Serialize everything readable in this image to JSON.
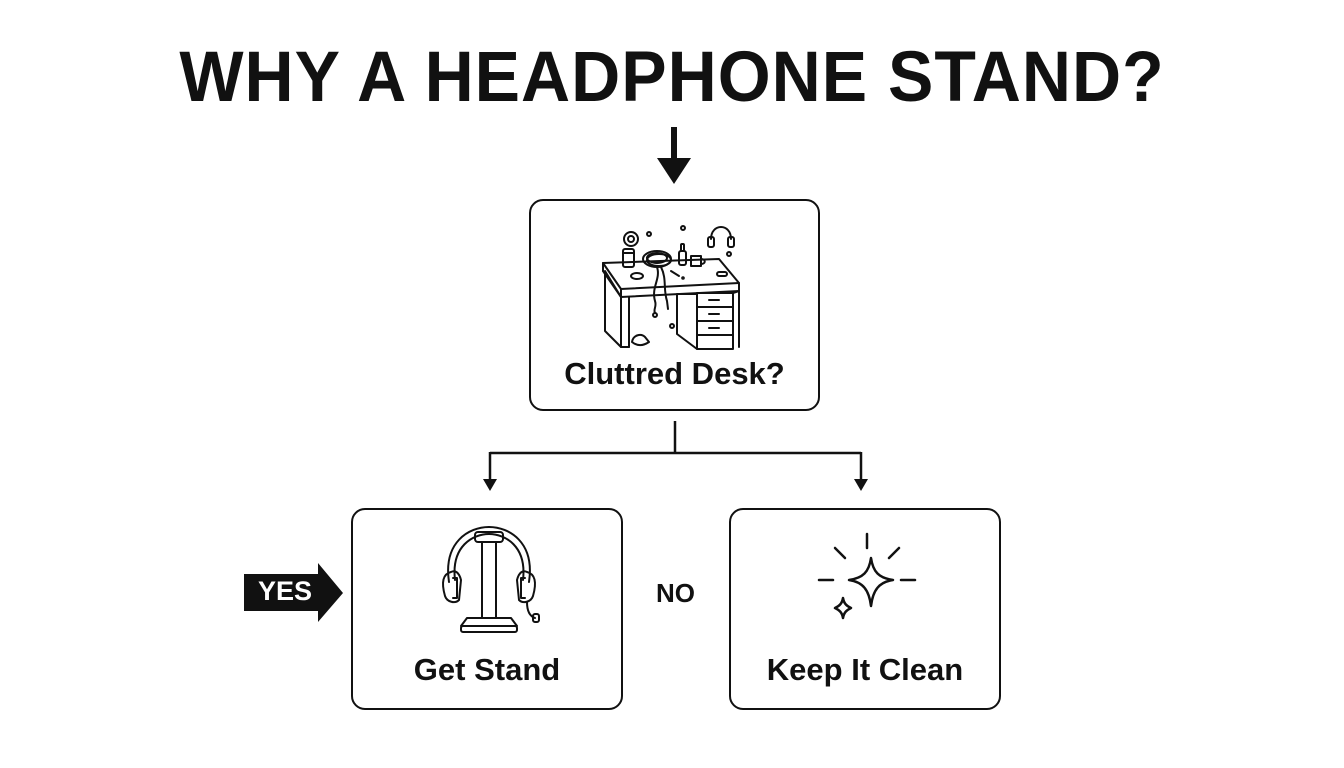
{
  "title": "WHY A HEADPHONE STAND?",
  "nodes": {
    "question": {
      "label": "Cluttred Desk?",
      "icon": "cluttered-desk-icon"
    },
    "yes_outcome": {
      "label": "Get Stand",
      "icon": "headphone-stand-icon"
    },
    "no_outcome": {
      "label": "Keep It Clean",
      "icon": "sparkle-icon"
    }
  },
  "branches": {
    "yes_label": "YES",
    "no_label": "NO"
  },
  "colors": {
    "ink": "#111111",
    "background": "#ffffff",
    "yes_arrow_text": "#ffffff"
  }
}
